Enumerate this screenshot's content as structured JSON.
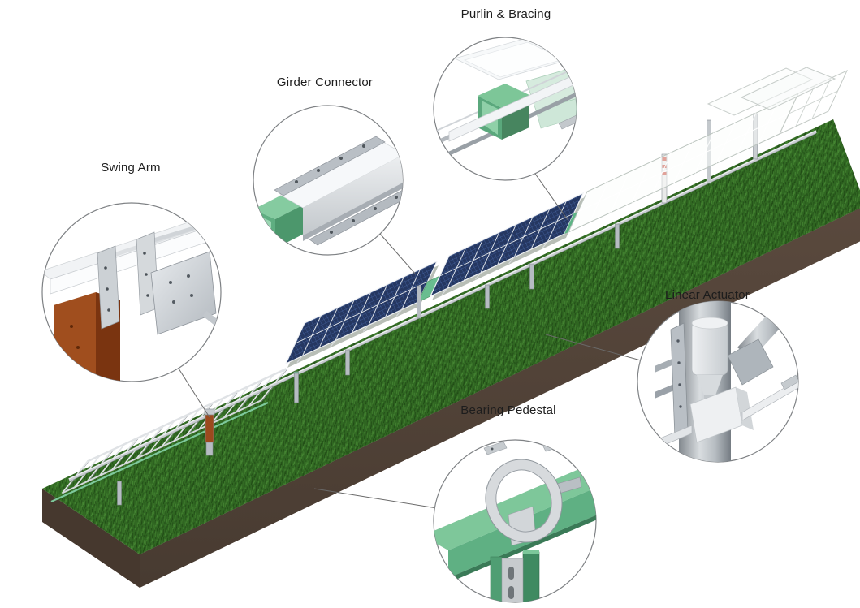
{
  "figure": {
    "type": "isometric-component-diagram",
    "subject": "Single-axis solar tracker ground mount with component detail callouts",
    "background": "#ffffff",
    "callouts": [
      {
        "id": "swing-arm",
        "label": "Swing Arm"
      },
      {
        "id": "girder-connector",
        "label": "Girder Connector"
      },
      {
        "id": "purlin-bracing",
        "label": "Purlin & Bracing"
      },
      {
        "id": "linear-actuator",
        "label": "Linear Actuator"
      },
      {
        "id": "bearing-pedestal",
        "label": "Bearing Pedestal"
      }
    ],
    "colors": {
      "girder_green": "#69bd90",
      "girder_green_dark": "#47905f",
      "grass": "#3b7a2a",
      "soil": "#55453a",
      "panel_blue": "#253761",
      "rust_post": "#9c4a1e",
      "metal_light": "#d8dcdf",
      "metal_mid": "#aab0b6",
      "leader_line": "#6a6a6a",
      "callout_ring": "#7e8184"
    }
  }
}
